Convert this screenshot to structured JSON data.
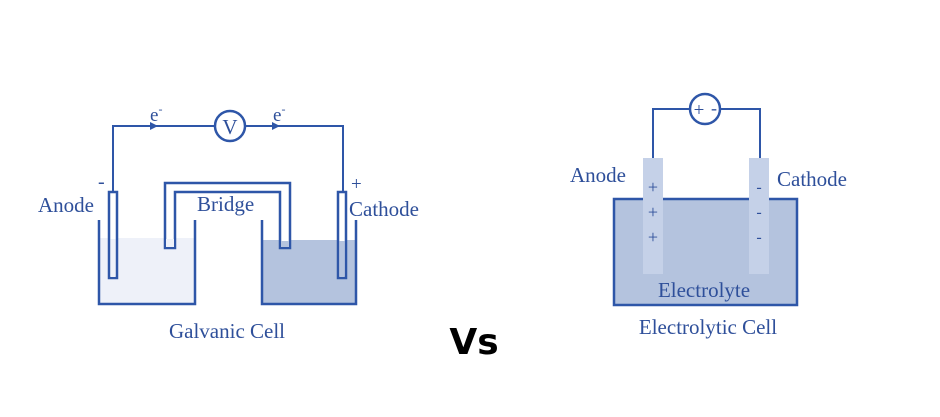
{
  "colors": {
    "line": "#2e56a8",
    "text": "#2e4f9a",
    "light_solution": "#eef1f9",
    "dark_solution": "#b4c3de",
    "electrolyte": "#b4c3de",
    "electrode_fill": "#c5d1e8"
  },
  "galvanic": {
    "title": "Galvanic Cell",
    "anode_label": "Anode",
    "anode_sign": "-",
    "cathode_label": "Cathode",
    "cathode_sign": "+",
    "bridge_label": "Bridge",
    "meter_symbol": "V",
    "electron_left": "e",
    "electron_right": "e",
    "electron_charge": "-"
  },
  "comparison": {
    "label": "Vs"
  },
  "electrolytic": {
    "title": "Electrolytic Cell",
    "anode_label": "Anode",
    "cathode_label": "Cathode",
    "electrolyte_label": "Electrolyte",
    "source_plus": "+",
    "source_minus": "-",
    "anode_signs": [
      "+",
      "+",
      "+"
    ],
    "cathode_signs": [
      "-",
      "-",
      "-"
    ]
  }
}
